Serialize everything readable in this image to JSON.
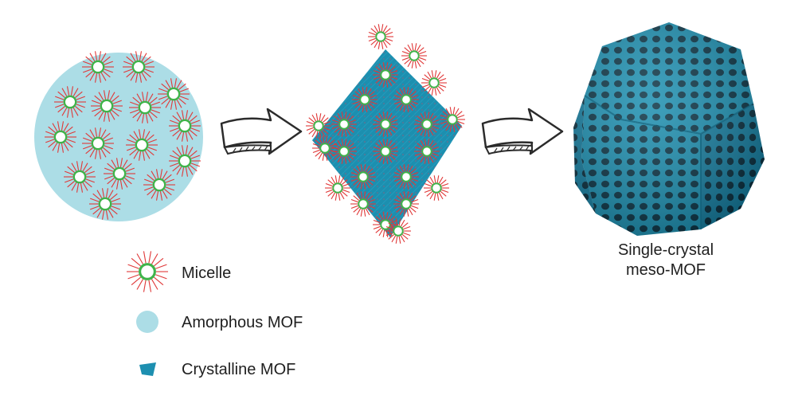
{
  "colors": {
    "amorphous": "#acdde6",
    "crystal": "#1d8fb0",
    "crystal_dark": "#146e8a",
    "crystal_hole": "#0b3445",
    "micelle_spike": "#e03838",
    "micelle_core": "#3fb44a",
    "arrow_stroke": "#2b2b2b"
  },
  "legend": {
    "micelle_label": "Micelle",
    "amorphous_label": "Amorphous MOF",
    "crystalline_label": "Crystalline MOF"
  },
  "product": {
    "label_line1": "Single-crystal",
    "label_line2": "meso-MOF"
  },
  "icons": [
    "micelle-icon",
    "amorphous-mof-icon",
    "crystalline-mof-icon",
    "right-arrow-icon"
  ]
}
